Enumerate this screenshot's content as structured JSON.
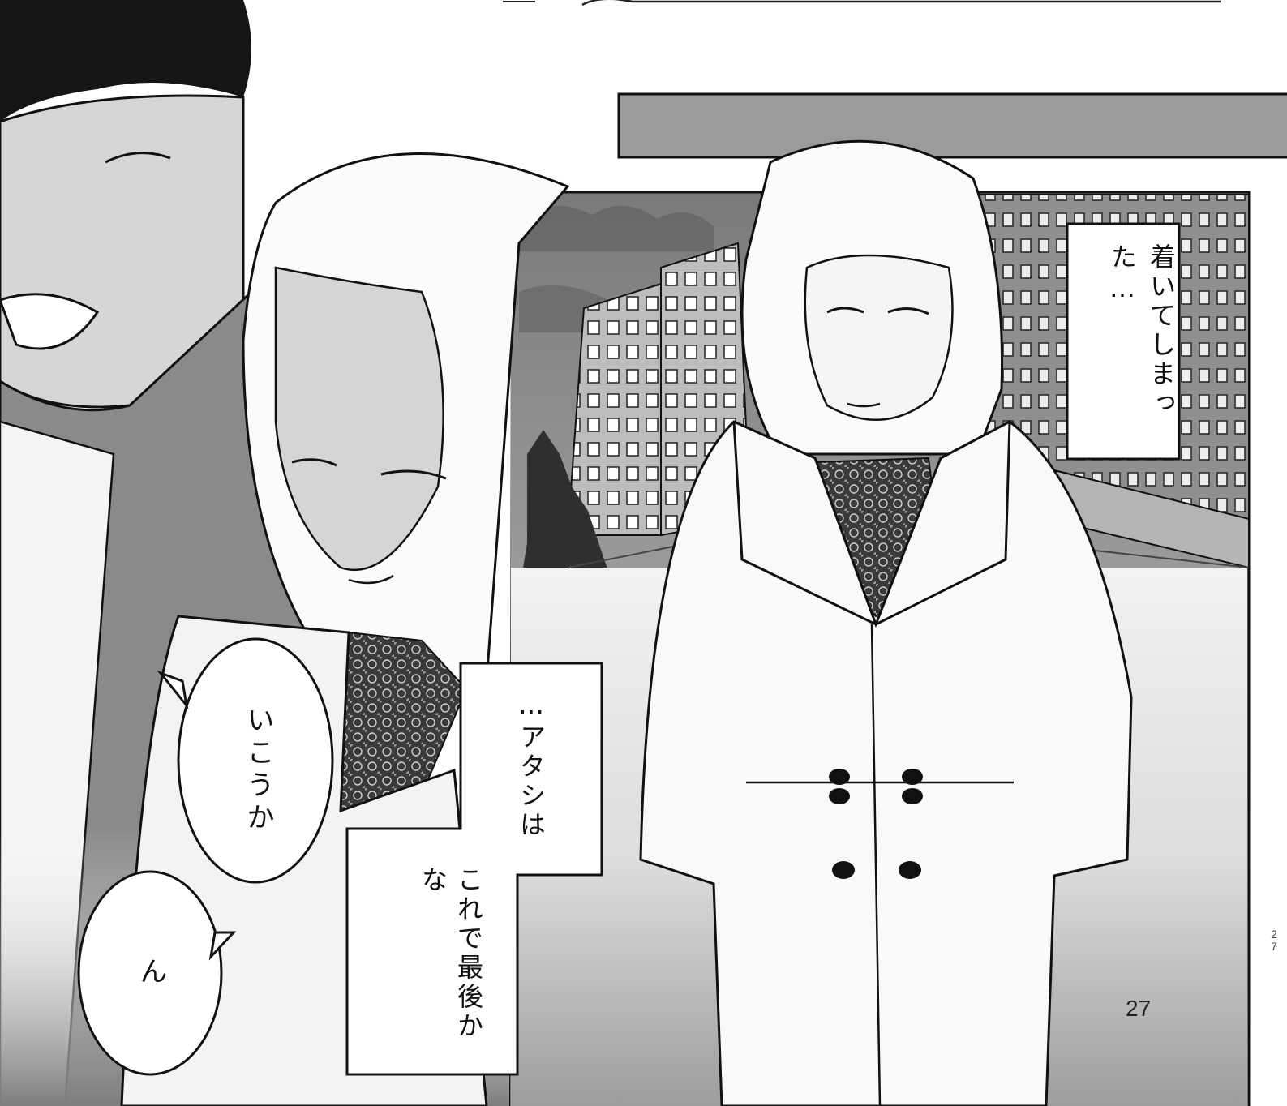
{
  "captions": {
    "top_right": "着いてしまった…",
    "center_part1": "…アタシは",
    "center_part2": "これで最後かな"
  },
  "speech": {
    "bubble_upper": "いこうか",
    "bubble_lower": "ん"
  },
  "page_number": "27",
  "edge_number": [
    "2",
    "7"
  ]
}
